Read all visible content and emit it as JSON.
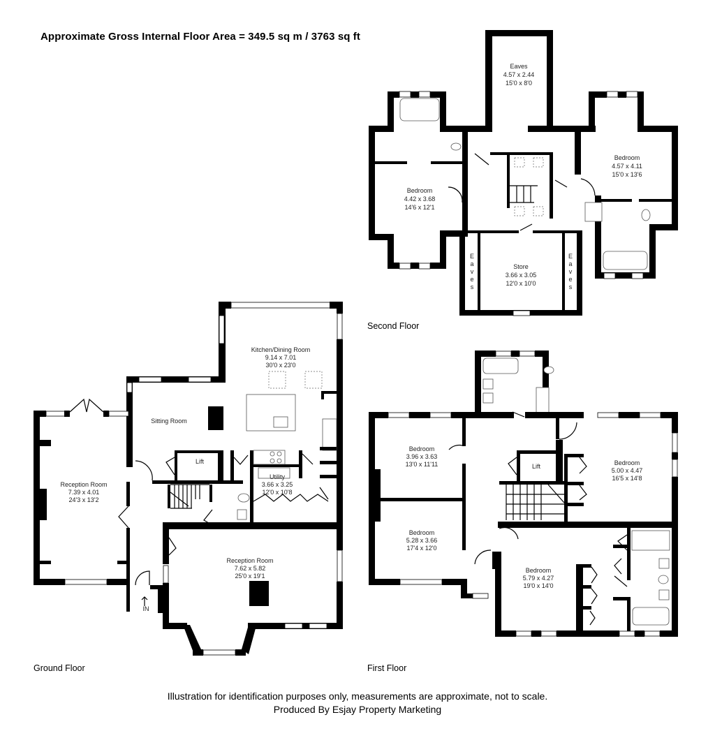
{
  "header": {
    "title": "Approximate Gross Internal Floor Area = 349.5 sq m / 3763 sq ft"
  },
  "floors": {
    "second": {
      "label": "Second Floor",
      "rooms": [
        {
          "name": "Eaves",
          "metric": "4.57 x 2.44",
          "imperial": "15'0 x 8'0"
        },
        {
          "name": "Bedroom",
          "metric": "4.42 x 3.68",
          "imperial": "14'6 x 12'1"
        },
        {
          "name": "Bedroom",
          "metric": "4.57 x 4.11",
          "imperial": "15'0 x 13'6"
        },
        {
          "name": "Store",
          "metric": "3.66 x 3.05",
          "imperial": "12'0 x 10'0"
        }
      ],
      "side_labels": [
        "E",
        "a",
        "v",
        "e",
        "s"
      ]
    },
    "ground": {
      "label": "Ground Floor",
      "rooms": [
        {
          "name": "Kitchen/Dining Room",
          "metric": "9.14 x 7.01",
          "imperial": "30'0 x 23'0"
        },
        {
          "name": "Sitting Room"
        },
        {
          "name": "Reception Room",
          "metric": "7.39 x 4.01",
          "imperial": "24'3 x 13'2"
        },
        {
          "name": "Utility",
          "metric": "3.66 x 3.25",
          "imperial": "12'0 x 10'8"
        },
        {
          "name": "Reception Room",
          "metric": "7.62 x 5.82",
          "imperial": "25'0 x 19'1"
        },
        {
          "name": "Lift"
        }
      ],
      "entrance": "IN"
    },
    "first": {
      "label": "First Floor",
      "rooms": [
        {
          "name": "Bedroom",
          "metric": "3.96 x 3.63",
          "imperial": "13'0 x 11'11"
        },
        {
          "name": "Bedroom",
          "metric": "5.00 x 4.47",
          "imperial": "16'5 x 14'8"
        },
        {
          "name": "Bedroom",
          "metric": "5.28 x 3.66",
          "imperial": "17'4 x 12'0"
        },
        {
          "name": "Bedroom",
          "metric": "5.79 x 4.27",
          "imperial": "19'0 x 14'0"
        },
        {
          "name": "Lift"
        }
      ]
    }
  },
  "footer": {
    "disclaimer": "Illustration for identification purposes only, measurements are approximate, not to scale.",
    "credit": "Produced By Esjay Property Marketing"
  }
}
